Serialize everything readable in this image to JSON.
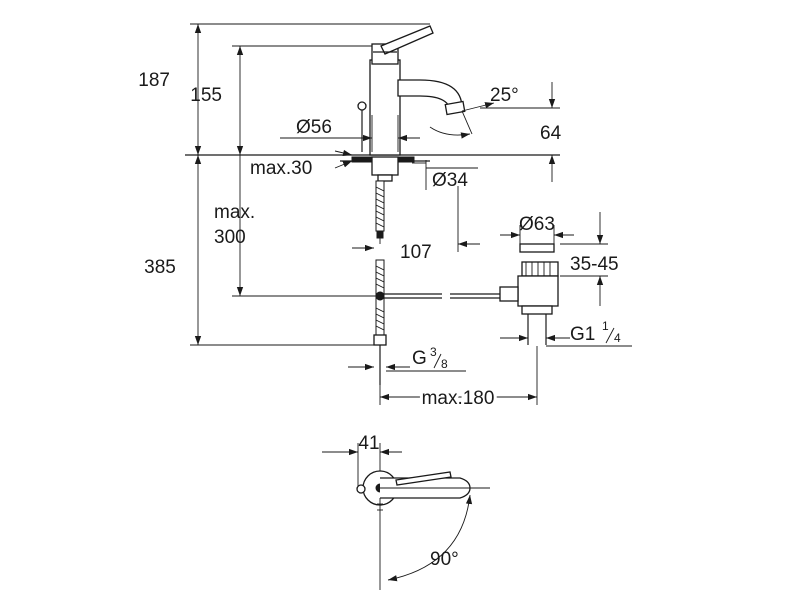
{
  "side_view": {
    "height_total": "187",
    "height_spout": "155",
    "diameter_base": "Ø56",
    "spout_angle": "25°",
    "spout_projection": "64",
    "max_deck_thickness": "max.30",
    "hole_diameter": "Ø34",
    "hose_max_label_1": "max.",
    "hose_max_label_2": "300",
    "pipe_length": "385",
    "waste_offset": "107",
    "waste_diameter": "Ø63",
    "waste_range": "35-45",
    "waste_thread_base": "G1",
    "waste_thread_num": "1",
    "waste_thread_den": "4",
    "connection_thread_base": "G",
    "connection_thread_num": "3",
    "connection_thread_den": "8",
    "max_reach": "max.180"
  },
  "top_view": {
    "offset": "41",
    "rotation_angle": "90°"
  }
}
